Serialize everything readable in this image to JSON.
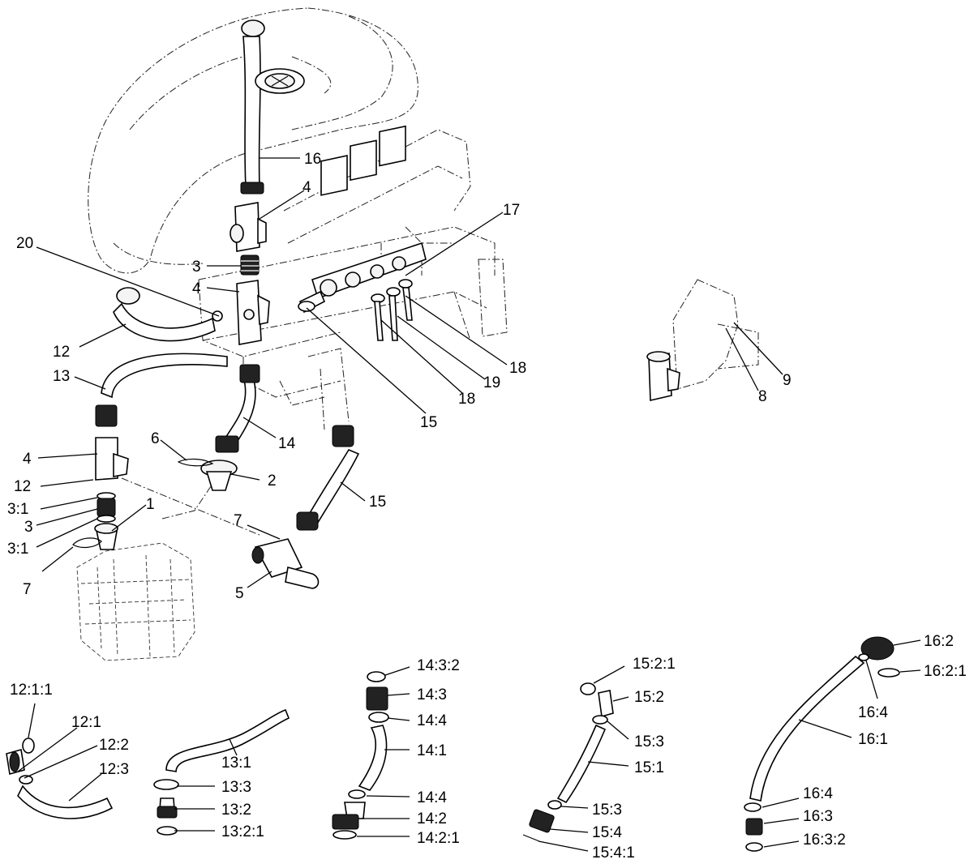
{
  "diagram": {
    "main_callouts": [
      {
        "text": "16"
      },
      {
        "text": "4"
      },
      {
        "text": "17"
      },
      {
        "text": "20"
      },
      {
        "text": "3"
      },
      {
        "text": "4"
      },
      {
        "text": "12"
      },
      {
        "text": "13"
      },
      {
        "text": "18"
      },
      {
        "text": "19"
      },
      {
        "text": "18"
      },
      {
        "text": "15"
      },
      {
        "text": "14"
      },
      {
        "text": "6"
      },
      {
        "text": "2"
      },
      {
        "text": "4"
      },
      {
        "text": "12"
      },
      {
        "text": "3:1"
      },
      {
        "text": "3"
      },
      {
        "text": "3:1"
      },
      {
        "text": "1"
      },
      {
        "text": "7"
      },
      {
        "text": "7"
      },
      {
        "text": "5"
      },
      {
        "text": "15"
      },
      {
        "text": "9"
      },
      {
        "text": "8"
      }
    ],
    "detail_12": [
      {
        "text": "12:1:1"
      },
      {
        "text": "12:1"
      },
      {
        "text": "12:2"
      },
      {
        "text": "12:3"
      }
    ],
    "detail_13": [
      {
        "text": "13:1"
      },
      {
        "text": "13:3"
      },
      {
        "text": "13:2"
      },
      {
        "text": "13:2:1"
      }
    ],
    "detail_14": [
      {
        "text": "14:3:2"
      },
      {
        "text": "14:3"
      },
      {
        "text": "14:4"
      },
      {
        "text": "14:1"
      },
      {
        "text": "14:4"
      },
      {
        "text": "14:2"
      },
      {
        "text": "14:2:1"
      }
    ],
    "detail_15": [
      {
        "text": "15:2:1"
      },
      {
        "text": "15:2"
      },
      {
        "text": "15:3"
      },
      {
        "text": "15:1"
      },
      {
        "text": "15:3"
      },
      {
        "text": "15:4"
      },
      {
        "text": "15:4:1"
      }
    ],
    "detail_16": [
      {
        "text": "16:2"
      },
      {
        "text": "16:2:1"
      },
      {
        "text": "16:4"
      },
      {
        "text": "16:1"
      },
      {
        "text": "16:4"
      },
      {
        "text": "16:3"
      },
      {
        "text": "16:3:2"
      }
    ]
  }
}
